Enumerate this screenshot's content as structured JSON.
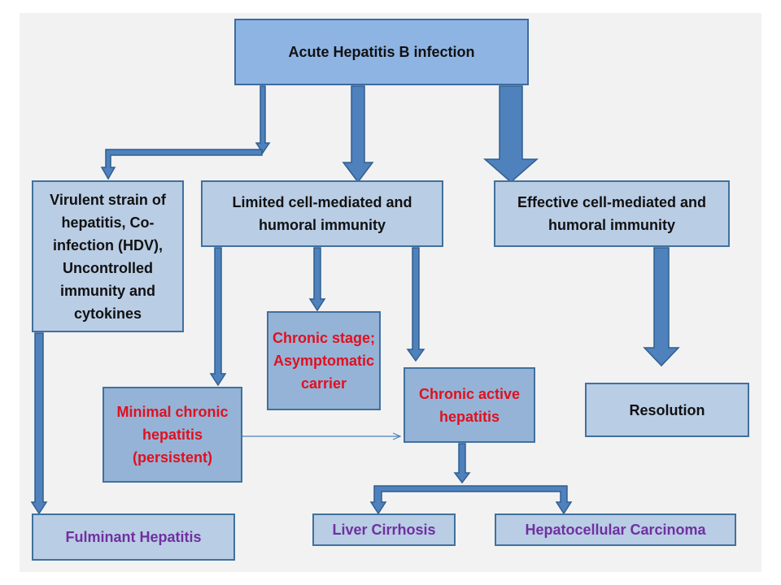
{
  "diagram": {
    "nodes": {
      "acute": "Acute Hepatitis B infection",
      "virulent": "Virulent strain of hepatitis, Co-infection (HDV), Uncontrolled immunity and cytokines",
      "limited": "Limited cell-mediated and humoral immunity",
      "effective": "Effective cell-mediated and humoral immunity",
      "chronic_stage": "Chronic stage; Asymptomatic carrier",
      "chronic_active": "Chronic active hepatitis",
      "minimal": "Minimal chronic hepatitis (persistent)",
      "resolution": "Resolution",
      "fulminant": "Fulminant Hepatitis",
      "cirrhosis": "Liver Cirrhosis",
      "hcc": "Hepatocellular Carcinoma"
    },
    "edges": [
      {
        "from": "acute",
        "to": "virulent"
      },
      {
        "from": "acute",
        "to": "limited"
      },
      {
        "from": "acute",
        "to": "effective"
      },
      {
        "from": "virulent",
        "to": "fulminant"
      },
      {
        "from": "limited",
        "to": "minimal"
      },
      {
        "from": "limited",
        "to": "chronic_stage"
      },
      {
        "from": "limited",
        "to": "chronic_active"
      },
      {
        "from": "minimal",
        "to": "chronic_active"
      },
      {
        "from": "effective",
        "to": "resolution"
      },
      {
        "from": "chronic_active",
        "to": "cirrhosis"
      },
      {
        "from": "chronic_active",
        "to": "hcc"
      }
    ],
    "colors": {
      "panel": "#f2f2f2",
      "box_light": "#b9cde5",
      "box_mid": "#95b3d7",
      "box_border": "#41719c",
      "arrow": "#4f81bd",
      "outcome_red": "#e0101e",
      "outcome_purple": "#7030a0"
    }
  }
}
